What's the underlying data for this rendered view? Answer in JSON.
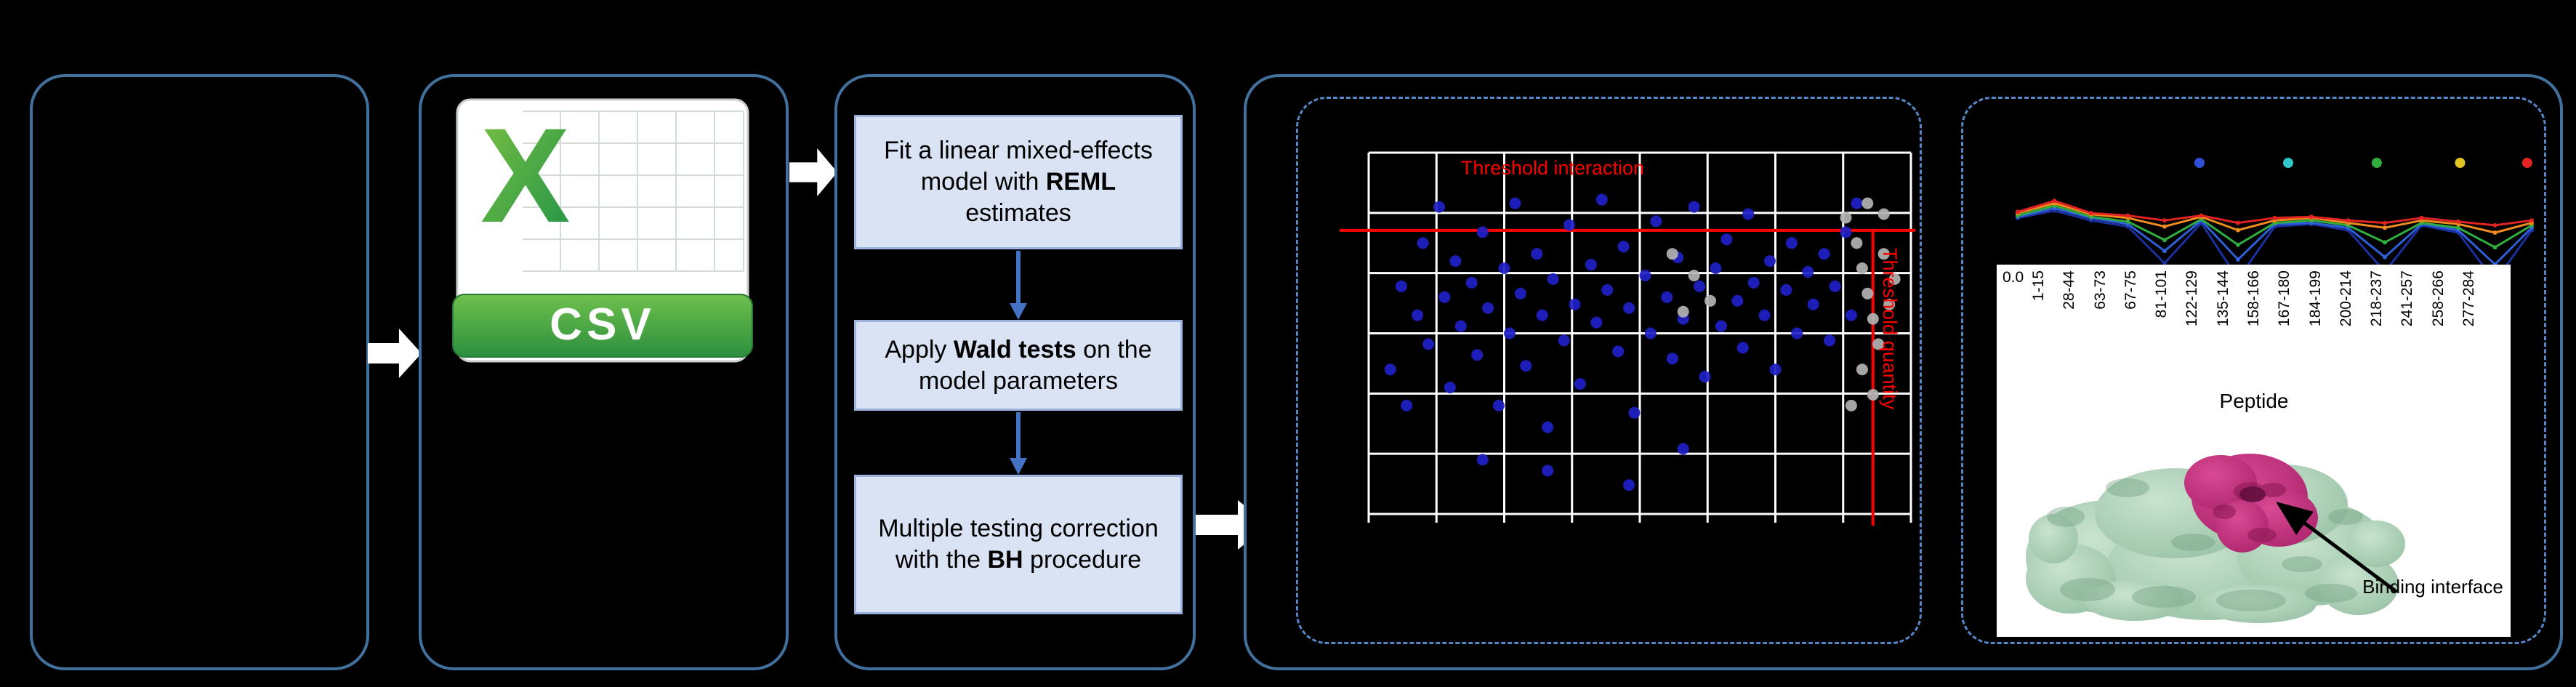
{
  "figure": {
    "panels": {
      "csv": {
        "icon_letter": "X",
        "icon_label": "CSV"
      },
      "model": {
        "steps": [
          {
            "pre": "Fit a linear mixed-effects model with ",
            "bold": "REML",
            "post": " estimates"
          },
          {
            "pre": "Apply ",
            "bold": "Wald tests",
            "post": " on the model parameters"
          },
          {
            "pre": "Multiple testing correction with the ",
            "bold": "BH",
            "post": " procedure"
          }
        ]
      },
      "results": {
        "scatter_labels": {
          "top": "Threshold interaction",
          "right": "Threshold quantity"
        },
        "peptide_labels": {
          "ytick": "0.0",
          "xlabel": "Peptide",
          "binding": "Binding interface"
        }
      }
    },
    "colors": {
      "panel_border": "#41719c",
      "dashed_border": "#5586c5",
      "process_fill": "#dae3f3",
      "threshold_red": "#ff0000",
      "csv_green": "#2f9140"
    }
  },
  "chart_data": [
    {
      "type": "scatter",
      "title": "Threshold interaction",
      "right_label": "Threshold quantity",
      "grid": true,
      "x_range": [
        0,
        100
      ],
      "y_range": [
        0,
        100
      ],
      "threshold_interaction_y": 78.5,
      "threshold_quantity_x": 93,
      "threshold_color": "#ff0000",
      "series": [
        {
          "name": "significant-peptides",
          "color": "#2020c8",
          "points": [
            [
              4,
              40
            ],
            [
              6,
              63
            ],
            [
              7,
              30
            ],
            [
              9,
              55
            ],
            [
              10,
              75
            ],
            [
              11,
              47
            ],
            [
              13,
              85
            ],
            [
              14,
              60
            ],
            [
              15,
              35
            ],
            [
              16,
              70
            ],
            [
              17,
              52
            ],
            [
              19,
              64
            ],
            [
              20,
              44
            ],
            [
              21,
              78
            ],
            [
              22,
              57
            ],
            [
              24,
              30
            ],
            [
              25,
              68
            ],
            [
              26,
              50
            ],
            [
              27,
              86
            ],
            [
              28,
              61
            ],
            [
              29,
              41
            ],
            [
              31,
              72
            ],
            [
              32,
              55
            ],
            [
              33,
              24
            ],
            [
              34,
              65
            ],
            [
              36,
              48
            ],
            [
              37,
              80
            ],
            [
              38,
              58
            ],
            [
              39,
              36
            ],
            [
              41,
              69
            ],
            [
              42,
              53
            ],
            [
              43,
              87
            ],
            [
              44,
              62
            ],
            [
              46,
              45
            ],
            [
              47,
              74
            ],
            [
              48,
              57
            ],
            [
              49,
              28
            ],
            [
              51,
              66
            ],
            [
              52,
              50
            ],
            [
              53,
              81
            ],
            [
              55,
              60
            ],
            [
              56,
              43
            ],
            [
              57,
              71
            ],
            [
              58,
              54
            ],
            [
              60,
              85
            ],
            [
              61,
              63
            ],
            [
              62,
              38
            ],
            [
              64,
              68
            ],
            [
              65,
              52
            ],
            [
              66,
              76
            ],
            [
              68,
              59
            ],
            [
              69,
              46
            ],
            [
              70,
              83
            ],
            [
              71,
              64
            ],
            [
              73,
              55
            ],
            [
              74,
              70
            ],
            [
              75,
              40
            ],
            [
              77,
              62
            ],
            [
              78,
              75
            ],
            [
              79,
              50
            ],
            [
              81,
              67
            ],
            [
              82,
              58
            ],
            [
              84,
              72
            ],
            [
              85,
              48
            ],
            [
              86,
              63
            ],
            [
              88,
              78
            ],
            [
              89,
              55
            ],
            [
              90,
              86
            ],
            [
              33,
              12
            ],
            [
              48,
              8
            ],
            [
              21,
              15
            ],
            [
              58,
              18
            ]
          ]
        },
        {
          "name": "filtered-peptides",
          "color": "#b3b3b3",
          "points": [
            [
              56,
              72
            ],
            [
              60,
              66
            ],
            [
              63,
              59
            ],
            [
              58,
              56
            ],
            [
              88,
              82
            ],
            [
              90,
              75
            ],
            [
              91,
              68
            ],
            [
              92,
              61
            ],
            [
              93,
              54
            ],
            [
              94,
              47
            ],
            [
              91,
              40
            ],
            [
              95,
              72
            ],
            [
              96,
              58
            ],
            [
              93,
              33
            ],
            [
              95,
              83
            ],
            [
              97,
              65
            ],
            [
              89,
              30
            ],
            [
              92,
              86
            ]
          ]
        }
      ]
    },
    {
      "type": "line",
      "categories": [
        "1-15",
        "28-44",
        "63-73",
        "67-75",
        "81-101",
        "122-129",
        "135-144",
        "158-166",
        "167-180",
        "184-199",
        "200-214",
        "218-237",
        "241-257",
        "258-266",
        "277-284"
      ],
      "xlabel": "Peptide",
      "ytick_labels": [
        "0.0"
      ],
      "series": [
        {
          "name": "state-dark-blue",
          "color": "#1b2f9e",
          "values": [
            62,
            68,
            60,
            55,
            25,
            58,
            12,
            55,
            57,
            52,
            18,
            56,
            50,
            10,
            52
          ]
        },
        {
          "name": "state-blue",
          "color": "#2e5fd8",
          "values": [
            63,
            70,
            62,
            57,
            35,
            60,
            28,
            57,
            58,
            54,
            30,
            57,
            52,
            24,
            54
          ]
        },
        {
          "name": "state-green",
          "color": "#2fae3f",
          "values": [
            64,
            72,
            63,
            59,
            44,
            61,
            40,
            58,
            60,
            56,
            42,
            58,
            54,
            38,
            56
          ]
        },
        {
          "name": "state-orange",
          "color": "#f08c1e",
          "values": [
            66,
            74,
            65,
            62,
            55,
            63,
            52,
            60,
            62,
            58,
            54,
            60,
            57,
            50,
            58
          ]
        },
        {
          "name": "state-red",
          "color": "#e02222",
          "values": [
            67,
            76,
            66,
            64,
            60,
            64,
            58,
            62,
            63,
            60,
            58,
            62,
            59,
            56,
            60
          ]
        }
      ],
      "legend_dots": [
        {
          "x": 0.36,
          "color": "#2e4fd8"
        },
        {
          "x": 0.525,
          "color": "#2fc7c7"
        },
        {
          "x": 0.69,
          "color": "#2fae3f"
        },
        {
          "x": 0.845,
          "color": "#e0c522"
        },
        {
          "x": 0.97,
          "color": "#e02222"
        }
      ]
    }
  ]
}
